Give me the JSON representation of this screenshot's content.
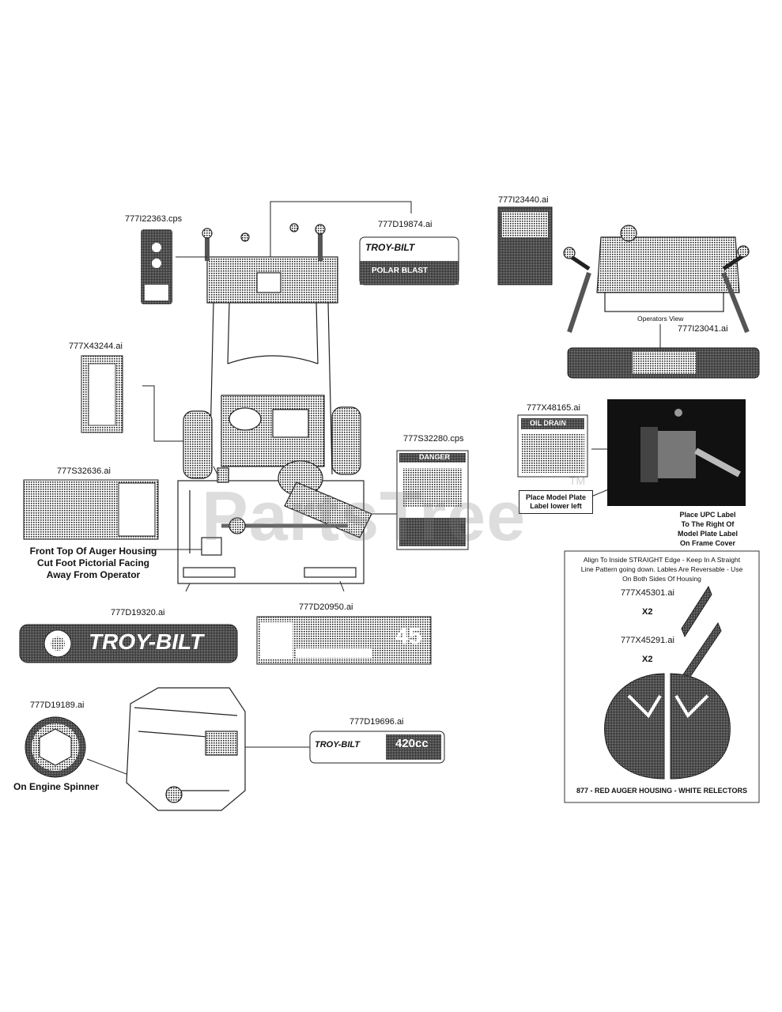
{
  "parts": {
    "p_777I22363": "777I22363.cps",
    "p_777D19874": "777D19874.ai",
    "p_777I23440": "777I23440.ai",
    "p_777X43244": "777X43244.ai",
    "p_777I23041": "777I23041.ai",
    "p_777X48165": "777X48165.ai",
    "p_777S32280": "777S32280.cps",
    "p_777S32636": "777S32636.ai",
    "p_777D19320": "777D19320.ai",
    "p_777D20950": "777D20950.ai",
    "p_777D19189": "777D19189.ai",
    "p_777D19696": "777D19696.ai",
    "p_777X45301": "777X45301.ai",
    "p_777X45291": "777X45291.ai"
  },
  "notes": {
    "operators_view": "Operators View",
    "auger_line1": "Front Top Of Auger Housing",
    "auger_line2": "Cut Foot Pictorial Facing",
    "auger_line3": "Away From Operator",
    "engine_spinner": "On Engine Spinner",
    "model_plate_line1": "Place Model Plate",
    "model_plate_line2": "Label lower left",
    "upc_line1": "Place UPC Label",
    "upc_line2": "To The Right Of",
    "upc_line3": "Model Plate Label",
    "upc_line4": "On Frame Cover",
    "align_line1": "Align To Inside STRAIGHT Edge - Keep In A Straight",
    "align_line2": "Line Pattern going down. Lables Are Reversable - Use",
    "align_line3": "On Both Sides Of Housing",
    "qty1": "X2",
    "qty2": "X2",
    "red_auger": "877 - RED AUGER HOUSING - WHITE RELECTORS"
  },
  "decal_text": {
    "brand": "TROY-BILT",
    "polar_blast": "POLAR BLAST",
    "danger": "DANGER",
    "oil_drain": "OIL DRAIN",
    "number_45": "45",
    "cc_420": "420cc"
  },
  "watermark": "PartsTree",
  "trademark": "TM"
}
